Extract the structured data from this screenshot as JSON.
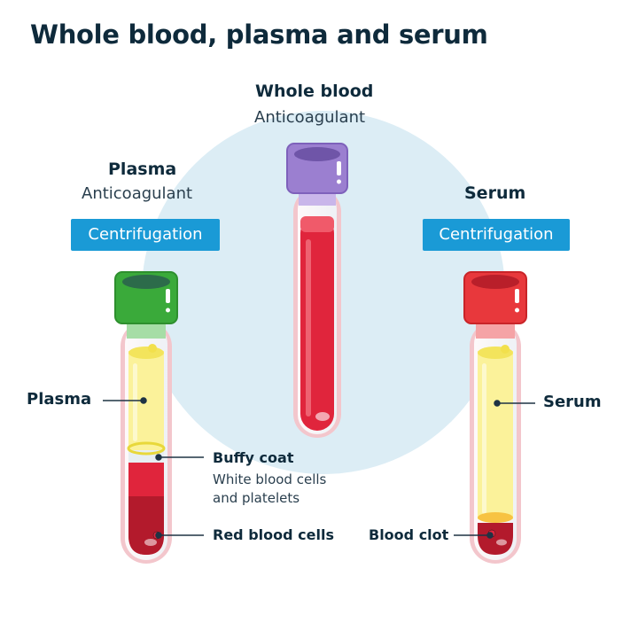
{
  "title": "Whole blood, plasma and serum",
  "whole_blood": {
    "heading": "Whole blood",
    "subheading": "Anticoagulant"
  },
  "plasma_tube": {
    "heading": "Plasma",
    "subheading": "Anticoagulant",
    "process": "Centrifugation"
  },
  "serum_tube": {
    "heading": "Serum",
    "process": "Centrifugation"
  },
  "labels": {
    "plasma": "Plasma",
    "buffy_coat": "Buffy coat",
    "buffy_coat_desc_line1": "White blood cells",
    "buffy_coat_desc_line2": "and platelets",
    "red_blood_cells": "Red blood cells",
    "serum": "Serum",
    "blood_clot": "Blood clot"
  },
  "colors": {
    "navy_text": "#0e2a3b",
    "pill_blue": "#1a9ad6",
    "background_circle": "#dcedf5",
    "cap_purple": "#9b7fd0",
    "cap_green": "#3aaa3a",
    "cap_red": "#e8383c",
    "blood_red": "#e0253c",
    "dark_red": "#b31a2c",
    "plasma_yellow": "#fbf29a",
    "tube_outline": "#f3c6cc"
  }
}
